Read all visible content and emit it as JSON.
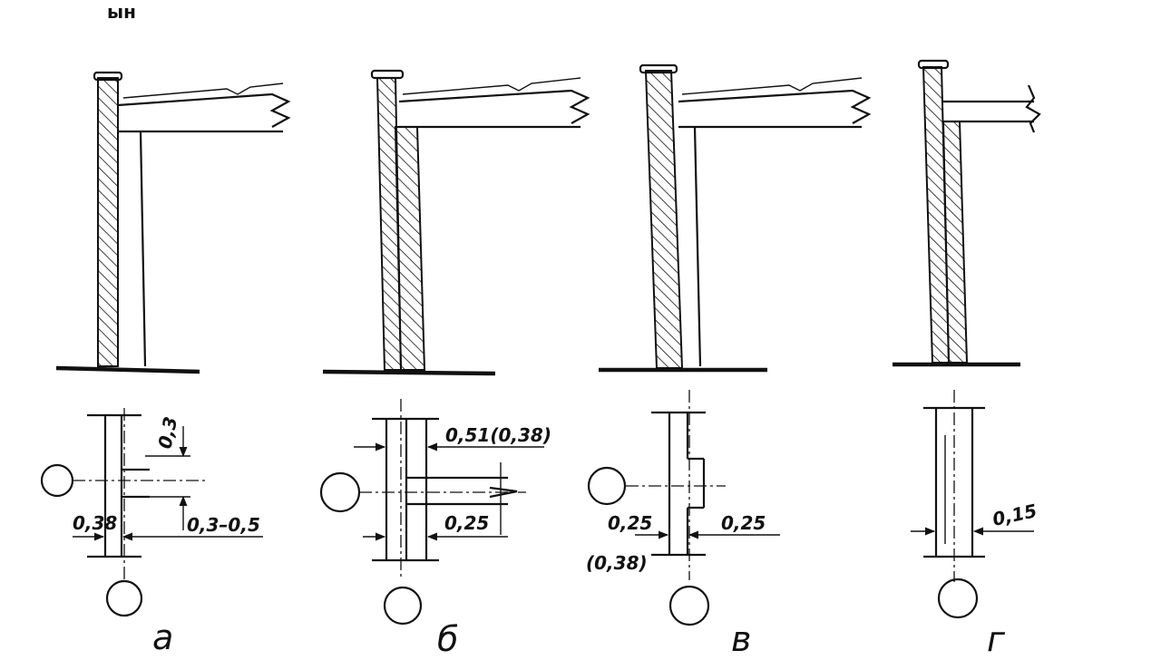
{
  "header_fragment": "ын",
  "variants": [
    {
      "caption": "а",
      "dims": [
        "0,3",
        "0,3–0,5",
        "0,38"
      ]
    },
    {
      "caption": "б",
      "dims": [
        "0,51(0,38)",
        "0,25"
      ]
    },
    {
      "caption": "в",
      "dims": [
        "0,25",
        "(0,38)",
        "0,25"
      ]
    },
    {
      "caption": "г",
      "dims": [
        "0,15"
      ]
    }
  ]
}
